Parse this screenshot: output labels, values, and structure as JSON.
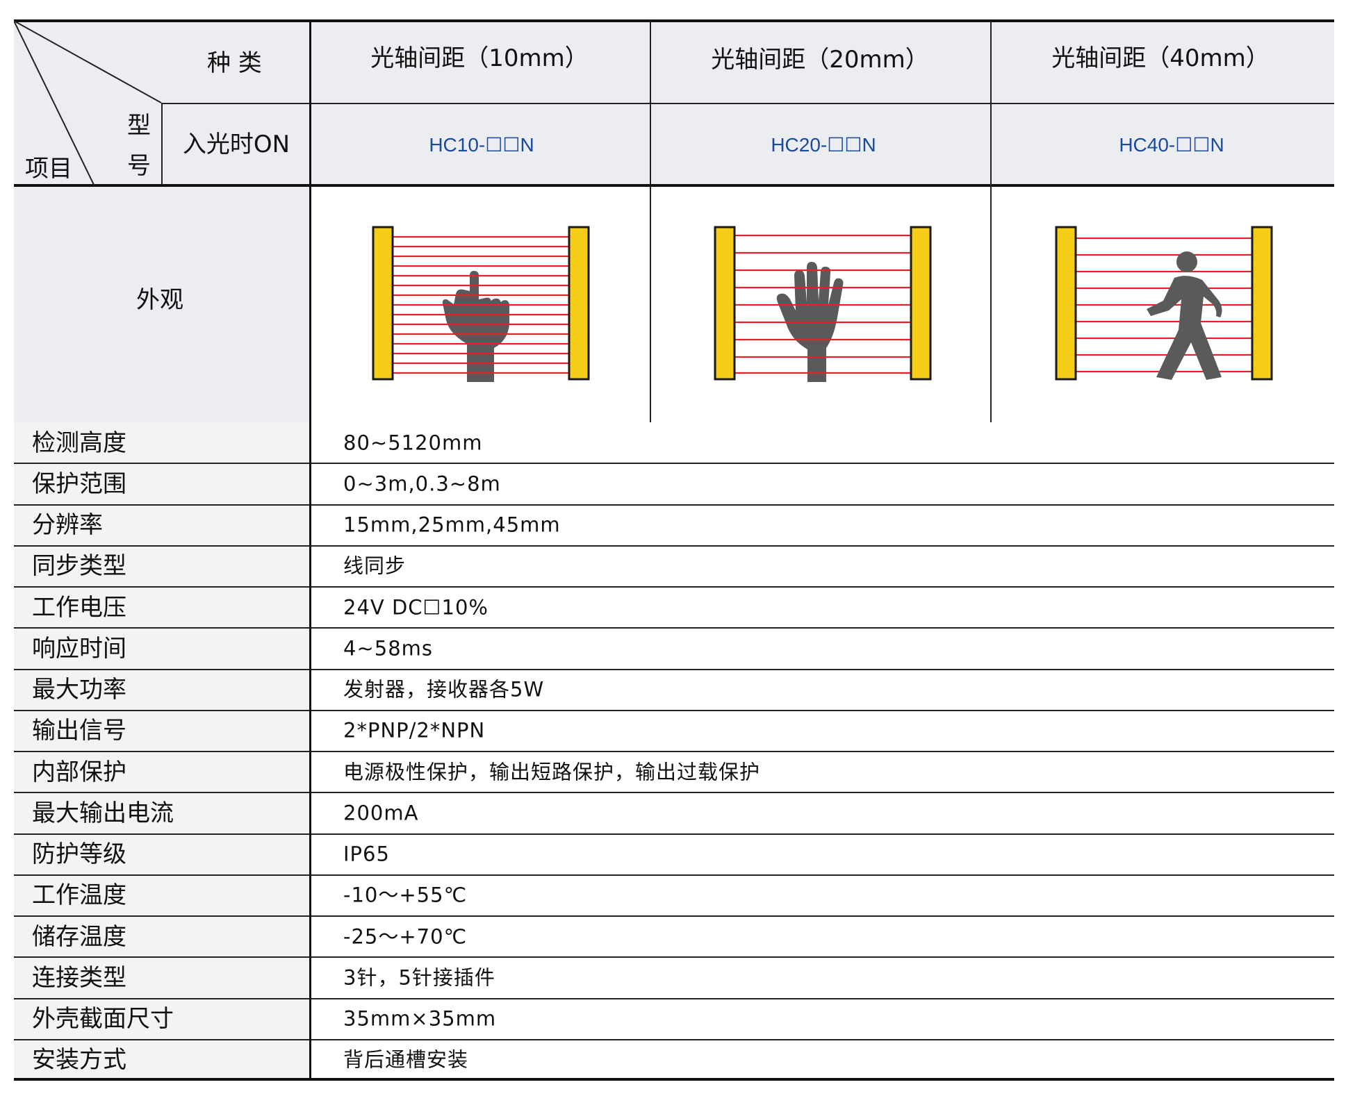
{
  "header": {
    "corner": {
      "top_label": "种 类",
      "mid_label_1": "型",
      "mid_label_2": "号",
      "bottom_label": "项目",
      "row2_label": "入光时ON"
    },
    "columns": [
      {
        "title": "光轴间距（10mm）",
        "model": "HC10-☐☐N",
        "illustration": "pointing-finger-icon"
      },
      {
        "title": "光轴间距（20mm）",
        "model": "HC20-☐☐N",
        "illustration": "open-hand-icon"
      },
      {
        "title": "光轴间距（40mm）",
        "model": "HC40-☐☐N",
        "illustration": "walking-person-icon"
      }
    ]
  },
  "appearance_label": "外观",
  "specs": [
    {
      "label": "检测高度",
      "value": "80~5120mm"
    },
    {
      "label": "保护范围",
      "value": "0~3m,0.3~8m"
    },
    {
      "label": "分辨率",
      "value": "15mm,25mm,45mm"
    },
    {
      "label": "同步类型",
      "value": "线同步"
    },
    {
      "label": "工作电压",
      "value": "24V DC☐10%"
    },
    {
      "label": "响应时间",
      "value": "4~58ms"
    },
    {
      "label": "最大功率",
      "value": "发射器，接收器各5W"
    },
    {
      "label": "输出信号",
      "value": "2*PNP/2*NPN"
    },
    {
      "label": "内部保护",
      "value": "电源极性保护，输出短路保护，输出过载保护"
    },
    {
      "label": "最大输出电流",
      "value": "200mA"
    },
    {
      "label": "防护等级",
      "value": "IP65"
    },
    {
      "label": "工作温度",
      "value": "-10～+55℃"
    },
    {
      "label": "储存温度",
      "value": "-25～+70℃"
    },
    {
      "label": "连接类型",
      "value": "3针，5针接插件"
    },
    {
      "label": "外壳截面尺寸",
      "value": "35mm×35mm"
    },
    {
      "label": "安装方式",
      "value": "背后通槽安装"
    }
  ],
  "colors": {
    "header_bg": "#ebedf1",
    "label_bg": "#f3f3f5",
    "model_text": "#1a4a9c",
    "beam_red": "#e8202a",
    "emitter_yellow": "#f5cc16",
    "figure_gray": "#5a5a5a"
  }
}
